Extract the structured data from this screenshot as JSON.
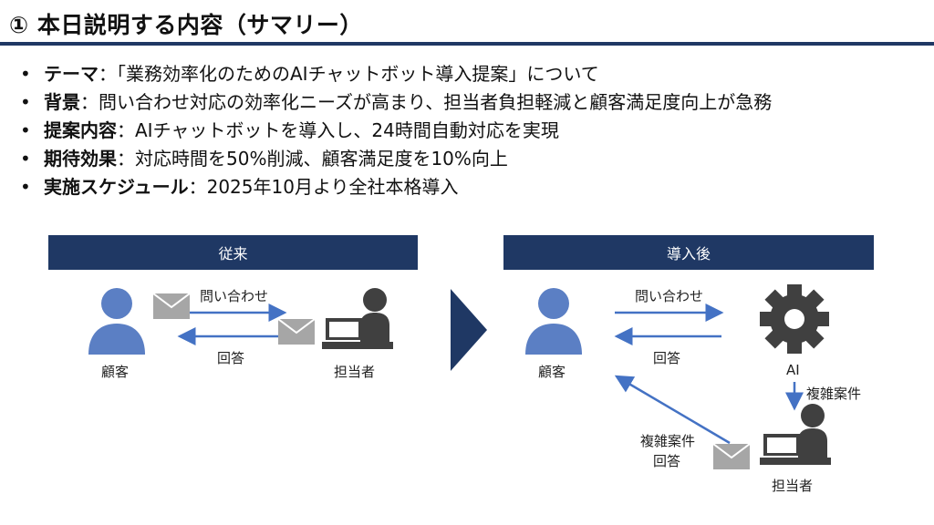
{
  "title": "① 本日説明する内容（サマリー）",
  "bullets": [
    {
      "key": "テーマ",
      "sep": "：",
      "text": "「業務効率化のためのAIチャットボット導入提案」について"
    },
    {
      "key": "背景",
      "sep": "：",
      "text": "問い合わせ対応の効率化ニーズが高まり、担当者負担軽減と顧客満足度向上が急務"
    },
    {
      "key": "提案内容",
      "sep": "：",
      "text": "AIチャットボットを導入し、24時間自動対応を実現"
    },
    {
      "key": "期待効果",
      "sep": "：",
      "text": "対応時間を50%削減、顧客満足度を10%向上"
    },
    {
      "key": "実施スケジュール",
      "sep": "：",
      "text": "2025年10月より全社本格導入"
    }
  ],
  "before": {
    "header": "従来",
    "customer_label": "顧客",
    "staff_label": "担当者",
    "inquiry_label": "問い合わせ",
    "answer_label": "回答"
  },
  "after": {
    "header": "導入後",
    "customer_label": "顧客",
    "ai_label": "AI",
    "staff_label": "担当者",
    "inquiry_label": "問い合わせ",
    "answer_label": "回答",
    "escalation_label": "複雑案件",
    "complex_answer_line1": "複雑案件",
    "complex_answer_line2": "回答"
  },
  "colors": {
    "navy": "#1f3864",
    "person_blue": "#5b7fc4",
    "arrow_blue": "#4472c4",
    "envelope_gray": "#a6a6a6",
    "staff_dark": "#404040"
  },
  "icons": {
    "customer": "person-icon",
    "staff": "staff-at-laptop-icon",
    "mail": "envelope-icon",
    "ai": "gear-icon"
  }
}
